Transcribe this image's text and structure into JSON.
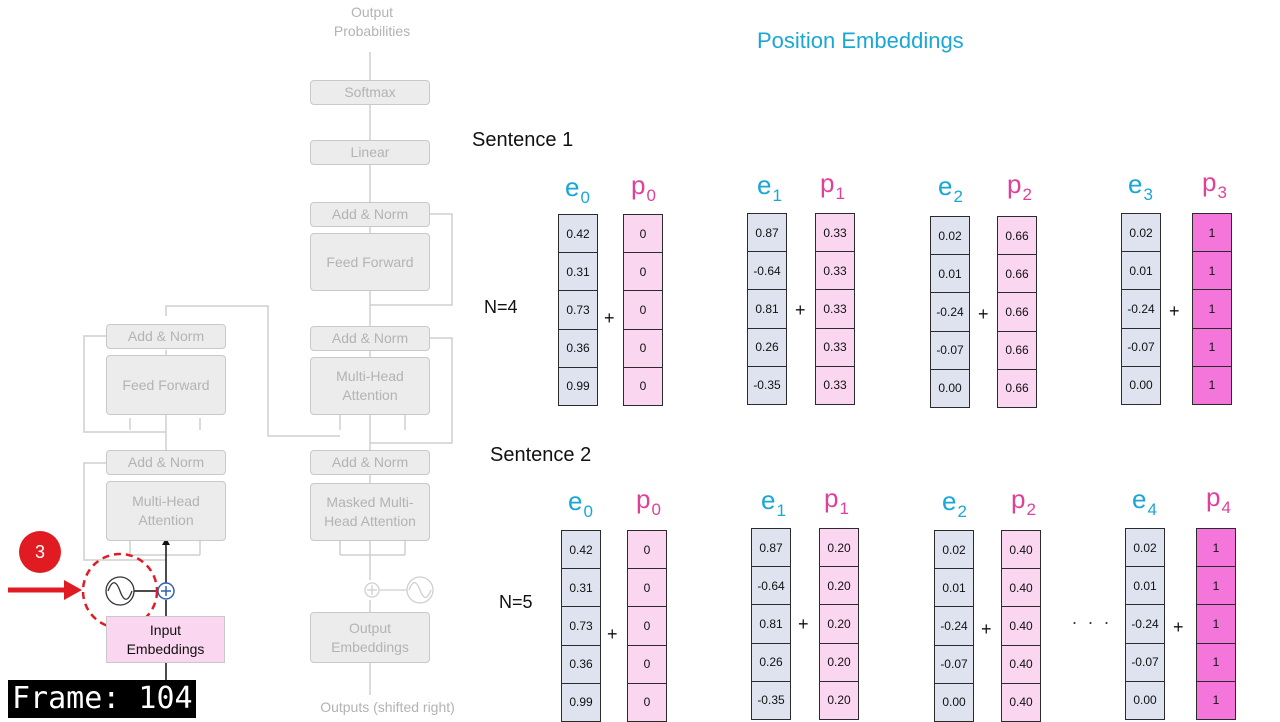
{
  "title": "Position Embeddings",
  "frame_label": "Frame: 104",
  "badge": "3",
  "transformer": {
    "output_probabilities": "Output\nProbabilities",
    "softmax": "Softmax",
    "linear": "Linear",
    "add_norm": "Add & Norm",
    "feed_forward": "Feed Forward",
    "multi_head_attention": "Multi-Head\nAttention",
    "masked_multi_head_attention": "Masked Multi-\nHead Attention",
    "input_embeddings": "Input\nEmbeddings",
    "output_embeddings": "Output\nEmbeddings",
    "outputs_shifted_right": "Outputs (shifted right)"
  },
  "sentences": [
    {
      "label": "Sentence 1",
      "n_label": "N=4",
      "pairs": [
        {
          "e": "e",
          "e_sub": "0",
          "p": "p",
          "p_sub": "0",
          "e_values": [
            "0.42",
            "0.31",
            "0.73",
            "0.36",
            "0.99"
          ],
          "p_values": [
            "0",
            "0",
            "0",
            "0",
            "0"
          ],
          "p_style": "light"
        },
        {
          "e": "e",
          "e_sub": "1",
          "p": "p",
          "p_sub": "1",
          "e_values": [
            "0.87",
            "-0.64",
            "0.81",
            "0.26",
            "-0.35"
          ],
          "p_values": [
            "0.33",
            "0.33",
            "0.33",
            "0.33",
            "0.33"
          ],
          "p_style": "light"
        },
        {
          "e": "e",
          "e_sub": "2",
          "p": "p",
          "p_sub": "2",
          "e_values": [
            "0.02",
            "0.01",
            "-0.24",
            "-0.07",
            "0.00"
          ],
          "p_values": [
            "0.66",
            "0.66",
            "0.66",
            "0.66",
            "0.66"
          ],
          "p_style": "light"
        },
        {
          "e": "e",
          "e_sub": "3",
          "p": "p",
          "p_sub": "3",
          "e_values": [
            "0.02",
            "0.01",
            "-0.24",
            "-0.07",
            "0.00"
          ],
          "p_values": [
            "1",
            "1",
            "1",
            "1",
            "1"
          ],
          "p_style": "full"
        }
      ]
    },
    {
      "label": "Sentence 2",
      "n_label": "N=5",
      "ellipsis": ". . .",
      "pairs": [
        {
          "e": "e",
          "e_sub": "0",
          "p": "p",
          "p_sub": "0",
          "e_values": [
            "0.42",
            "0.31",
            "0.73",
            "0.36",
            "0.99"
          ],
          "p_values": [
            "0",
            "0",
            "0",
            "0",
            "0"
          ],
          "p_style": "light"
        },
        {
          "e": "e",
          "e_sub": "1",
          "p": "p",
          "p_sub": "1",
          "e_values": [
            "0.87",
            "-0.64",
            "0.81",
            "0.26",
            "-0.35"
          ],
          "p_values": [
            "0.20",
            "0.20",
            "0.20",
            "0.20",
            "0.20"
          ],
          "p_style": "light"
        },
        {
          "e": "e",
          "e_sub": "2",
          "p": "p",
          "p_sub": "2",
          "e_values": [
            "0.02",
            "0.01",
            "-0.24",
            "-0.07",
            "0.00"
          ],
          "p_values": [
            "0.40",
            "0.40",
            "0.40",
            "0.40",
            "0.40"
          ],
          "p_style": "light"
        },
        {
          "e": "e",
          "e_sub": "4",
          "p": "p",
          "p_sub": "4",
          "e_values": [
            "0.02",
            "0.01",
            "-0.24",
            "-0.07",
            "0.00"
          ],
          "p_values": [
            "1",
            "1",
            "1",
            "1",
            "1"
          ],
          "p_style": "full"
        }
      ]
    }
  ],
  "plus_sign": "+",
  "colors": {
    "e_color": "#1aa7d6",
    "p_color": "#e0409a",
    "e_fill": "#dfe3ef",
    "p_fill_light": "#fbd6f0",
    "p_fill_full": "#f476da",
    "arrow_red": "#e11b22"
  }
}
